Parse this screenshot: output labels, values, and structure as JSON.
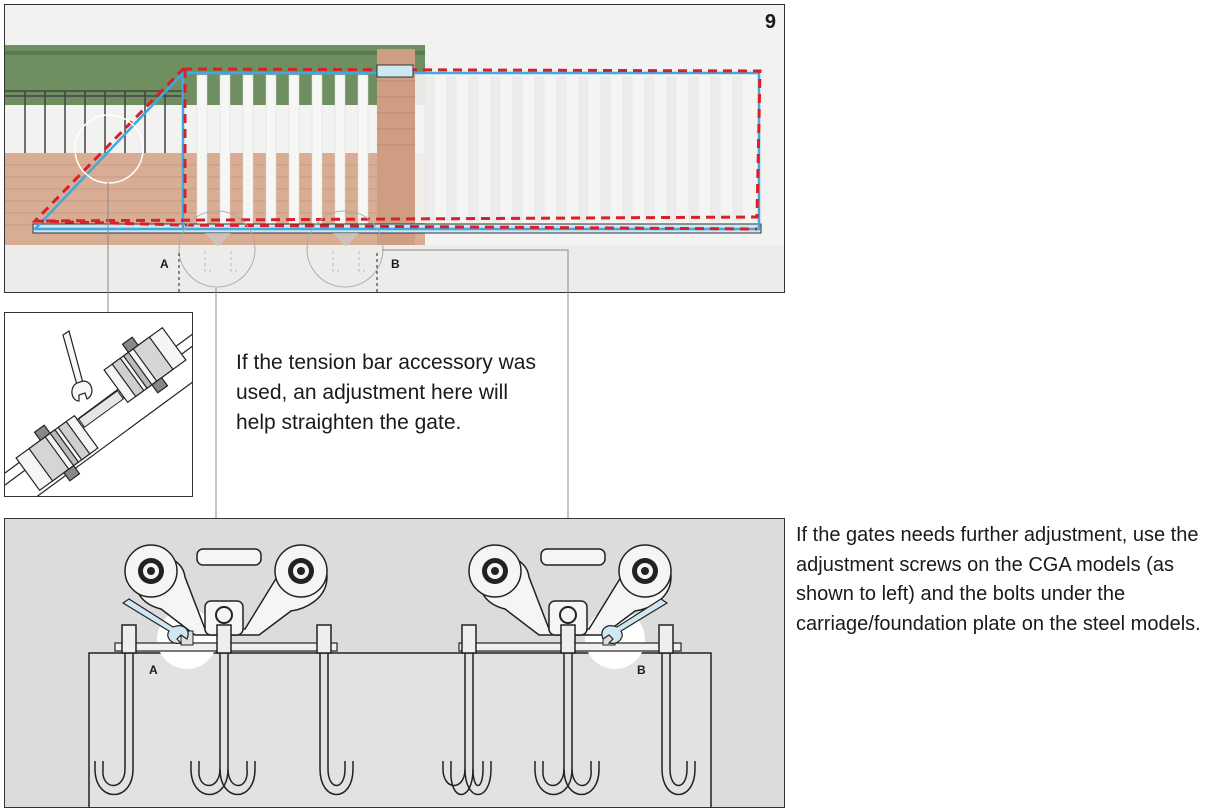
{
  "figure_number": "9",
  "scene": {
    "label_a": "A",
    "label_b": "B"
  },
  "captions": {
    "tension_bar": "If the tension bar accessory was used, an adjustment here will help straighten the gate.",
    "further_adjustment": "If the gates needs further adjustment, use the adjustment screws on the CGA models (as shown to left) and the bolts under the carriage/foundation plate on the steel models."
  },
  "hardware": {
    "label_a": "A",
    "label_b": "B"
  },
  "colors": {
    "outline_dashed": "#d9202a",
    "outline_solid": "#3fa9e0",
    "brick": "#d4a487",
    "hedge": "#6b8f5c",
    "concrete": "#e8e8e6"
  }
}
